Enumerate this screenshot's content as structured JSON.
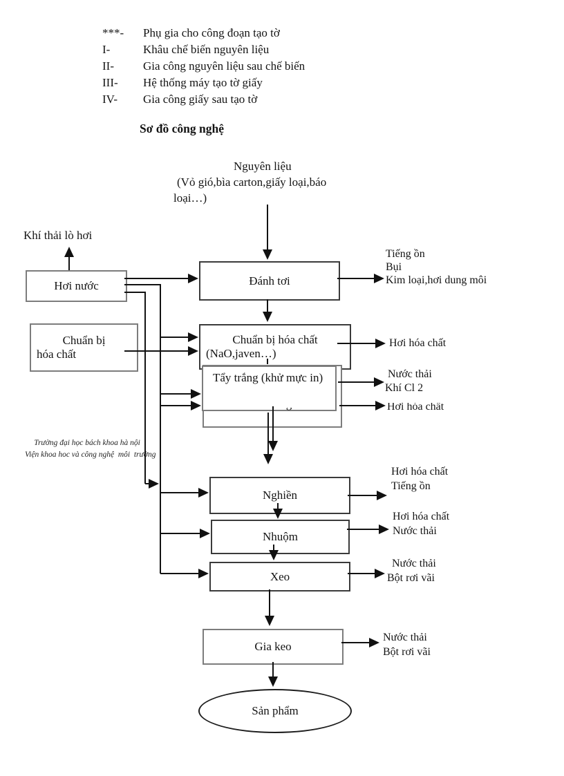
{
  "legend": {
    "items": [
      {
        "marker": "***-",
        "text": "Phụ gia cho công đoạn tạo tờ"
      },
      {
        "marker": "I-",
        "text": "Khâu chế biến nguyên liệu"
      },
      {
        "marker": "II-",
        "text": "Gia công nguyên liệu sau chế biến"
      },
      {
        "marker": "III-",
        "text": "Hệ thống máy tạo tờ giấy"
      },
      {
        "marker": "IV-",
        "text": "Gia công giấy sau tạo tờ"
      }
    ],
    "title": "Sơ đồ công nghệ"
  },
  "source": {
    "title": "Nguyên liệu",
    "sub1": "(Vỏ gió,bìa carton,giấy loại,báo",
    "sub2": "loại…)"
  },
  "nodes": {
    "khi_thai_lo_hoi": "Khí thải lò hơi",
    "hoi_nuoc": "Hơi nước",
    "chuan_bi_left_line1": "Chuẩn bị",
    "chuan_bi_left_line2": "hóa chất",
    "danh_toi": "Đánh tơi",
    "chuan_bi_main_line1": "Chuẩn bị hóa chất",
    "chuan_bi_main_line2": "(NaO,javen…)",
    "tay_trang": "Tẩy trắng (khử mực in)",
    "rua_sang": "Rửa sàng",
    "nghien": "Nghiền",
    "nhuom": "Nhuộm",
    "xeo": "Xeo",
    "gia_keo": "Gia keo",
    "san_pham": "Sản phẩm"
  },
  "emissions": {
    "danh_toi": {
      "lines": [
        "Tiếng ồn",
        "Bụi",
        "Kim loại,hơi dung môi"
      ]
    },
    "chuan_bi": {
      "lines": [
        "Hơi hóa chất"
      ]
    },
    "tay_trang": {
      "lines": [
        "Nước thải",
        "Khí Cl 2"
      ]
    },
    "rua_sang": {
      "lines": [
        "Hơi hóa chất"
      ]
    },
    "nghien": {
      "lines": [
        "Hơi hóa chất",
        "Tiếng ồn"
      ]
    },
    "nhuom": {
      "lines": [
        "Hơi hóa chất",
        "Nước thải"
      ]
    },
    "xeo": {
      "lines": [
        "Nước thải",
        "Bột rơi vãi"
      ]
    },
    "gia_keo": {
      "lines": [
        "Nước thải",
        "Bột rơi vãi"
      ]
    }
  },
  "watermark": {
    "line1": "Trường đại học bách khoa hà nội",
    "line2": "Viện khoa hoc và công nghệ  môi  trường"
  },
  "colors": {
    "line": "#111111",
    "border_dark": "#3a3a3a",
    "border_gray": "#7c7c7c",
    "text": "#141414",
    "background": "#ffffff"
  }
}
